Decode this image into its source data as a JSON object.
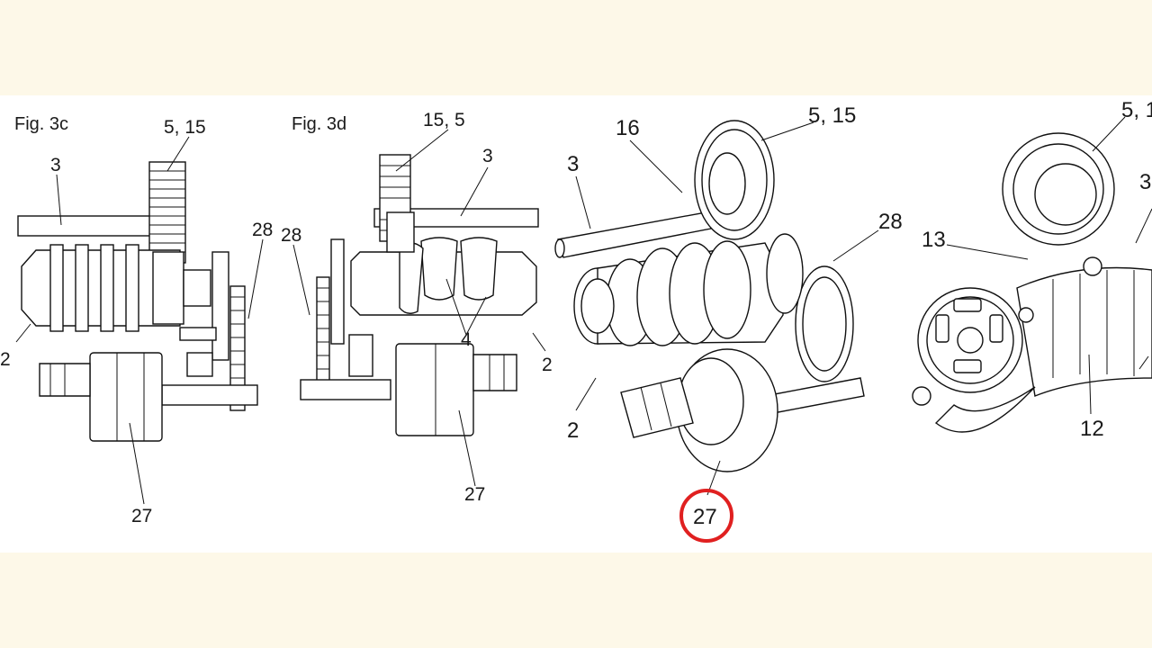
{
  "figures": [
    {
      "title": "Fig. 3c",
      "labels": [
        "5, 15",
        "3",
        "28",
        "2",
        "27"
      ]
    },
    {
      "title": "Fig. 3d",
      "labels": [
        "15, 5",
        "3",
        "28",
        "4",
        "2",
        "27"
      ]
    },
    {
      "title": "",
      "labels": [
        "16",
        "5, 15",
        "3",
        "28",
        "2",
        "27"
      ]
    },
    {
      "title": "",
      "labels": [
        "5, 1",
        "3",
        "13",
        "12"
      ]
    }
  ],
  "highlight": {
    "label": "27",
    "color": "#e02020"
  },
  "colors": {
    "background": "#fdf8e8",
    "sheet": "#ffffff",
    "line": "#111111"
  }
}
